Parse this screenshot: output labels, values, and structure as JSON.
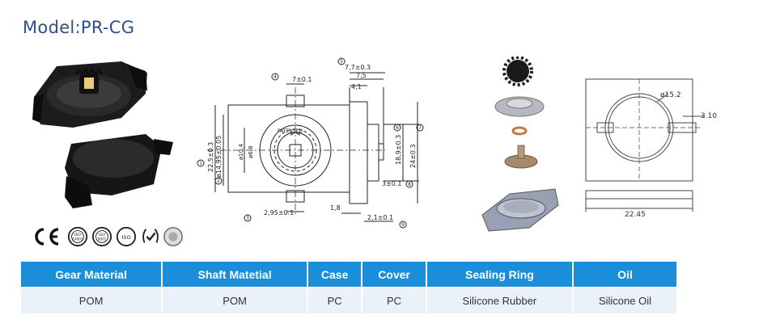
{
  "title": "Model:PR-CG",
  "drawing_labels": {
    "d4": "7±0.1",
    "d5a": "7,7±0.3",
    "d5b": "7,5",
    "d5c": "4,1",
    "d1": "22,5±0.3",
    "d2": "ø14,95±0.05",
    "d2b": "ø10,4",
    "d2c": "ø6,8",
    "d6": "18,9±0.3",
    "d7": "24±0.3",
    "d8": "3±0.1",
    "d3": "2,95±0.1",
    "d18": "1,8",
    "d9": "2,1±0.1",
    "patented": "PATENTED",
    "n1": "1",
    "n2": "2",
    "n3": "3",
    "n4": "4",
    "n5": "5",
    "n6": "6",
    "n7": "7",
    "n8": "8",
    "n9": "9"
  },
  "outline_labels": {
    "diameter": "ø15.2",
    "offset": "3.10",
    "width": "22.45"
  },
  "certifications": [
    {
      "icon": "ce-mark-icon",
      "label": "CE"
    },
    {
      "icon": "iso14001-icon",
      "label": "ISO 14001"
    },
    {
      "icon": "iso9001-icon",
      "label": "ISO 9001"
    },
    {
      "icon": "iso-icon",
      "label": "ISO"
    },
    {
      "icon": "quality-laurel-icon",
      "label": ""
    },
    {
      "icon": "rohs-icon",
      "label": ""
    }
  ],
  "table": {
    "headers": [
      "Gear Material",
      "Shaft Matetial",
      "Case",
      "Cover",
      "Sealing Ring",
      "Oil"
    ],
    "values": [
      "POM",
      "POM",
      "PC",
      "PC",
      "Silicone Rubber",
      "Silicone Oil"
    ]
  },
  "colors": {
    "title": "#2f4f8c",
    "header_bg": "#1a8ed8",
    "cell_bg": "#eaf1f8"
  }
}
